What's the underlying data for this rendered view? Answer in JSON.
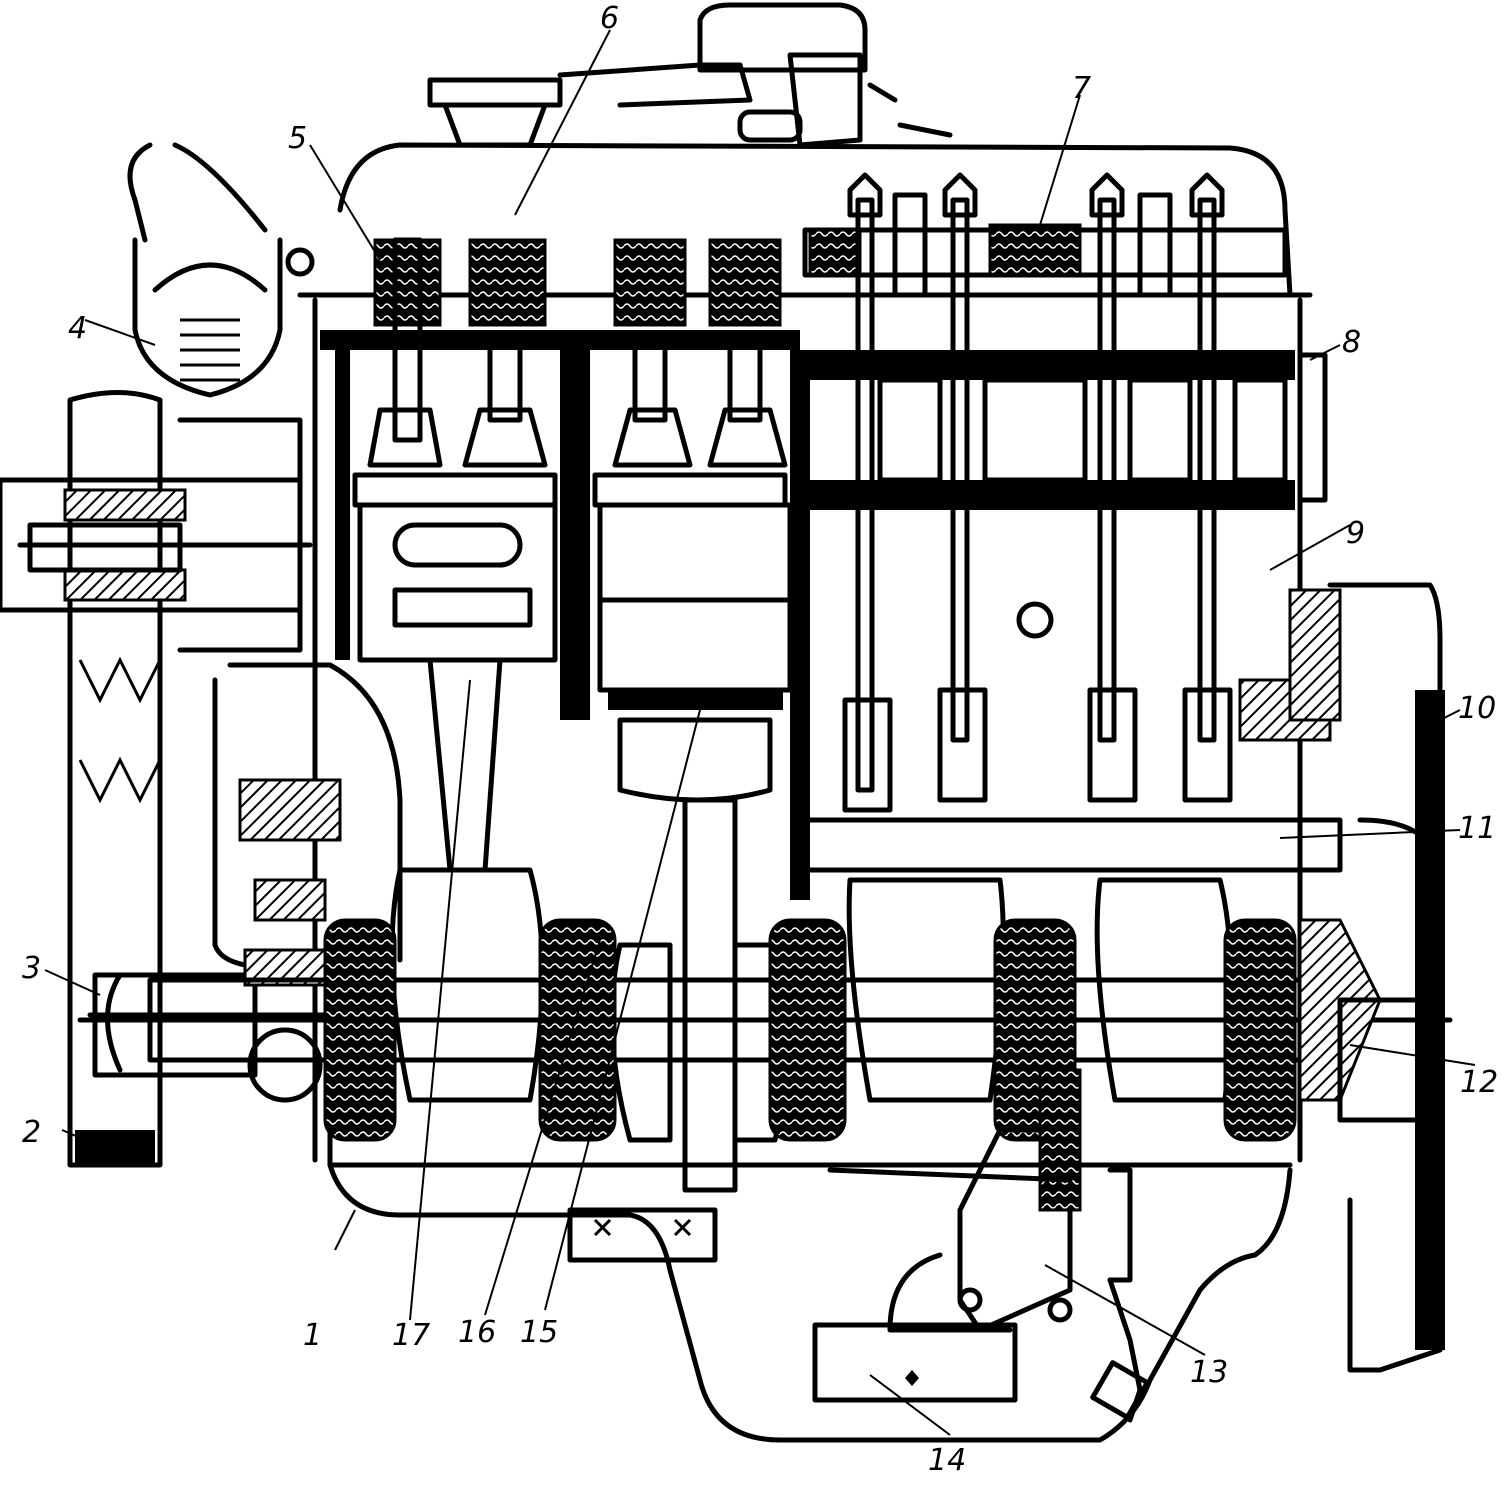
{
  "figure": {
    "callouts": [
      {
        "id": "1",
        "text": "1"
      },
      {
        "id": "2",
        "text": "2"
      },
      {
        "id": "3",
        "text": "3"
      },
      {
        "id": "4",
        "text": "4"
      },
      {
        "id": "5",
        "text": "5"
      },
      {
        "id": "6",
        "text": "6"
      },
      {
        "id": "7",
        "text": "7"
      },
      {
        "id": "8",
        "text": "8"
      },
      {
        "id": "9",
        "text": "9"
      },
      {
        "id": "10",
        "text": "10"
      },
      {
        "id": "11",
        "text": "11"
      },
      {
        "id": "12",
        "text": "12"
      },
      {
        "id": "13",
        "text": "13"
      },
      {
        "id": "14",
        "text": "14"
      },
      {
        "id": "15",
        "text": "15"
      },
      {
        "id": "16",
        "text": "16"
      },
      {
        "id": "17",
        "text": "17"
      }
    ]
  }
}
